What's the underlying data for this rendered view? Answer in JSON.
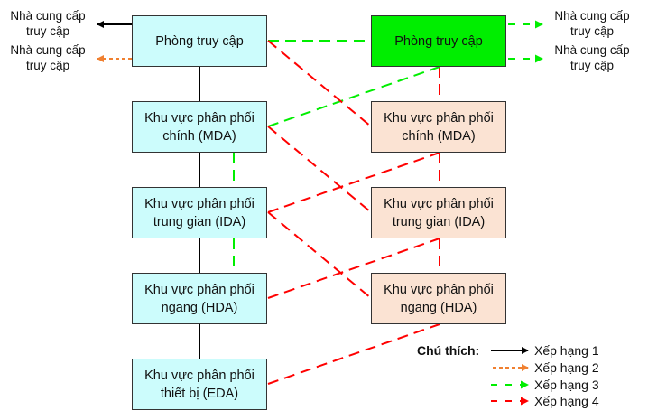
{
  "colors": {
    "rank1": "#000000",
    "rank2": "#f08030",
    "rank3": "#00ee00",
    "rank4": "#ff0000",
    "left_box_fill": "#ccfcfc",
    "right_box_fill": "#fbe3d3",
    "right_top_fill": "#00ee00"
  },
  "left": {
    "entrance": "Phòng truy cập",
    "mda": [
      "Khu vực phân phối",
      "chính (MDA)"
    ],
    "ida": [
      "Khu vực phân phối",
      "trung gian (IDA)"
    ],
    "hda": [
      "Khu vực phân phối",
      "ngang (HDA)"
    ],
    "eda": [
      "Khu vực phân phối",
      "thiết bị (EDA)"
    ],
    "provider1": [
      "Nhà cung cấp",
      "truy cập"
    ],
    "provider2": [
      "Nhà cung cấp",
      "truy cập"
    ]
  },
  "right": {
    "entrance": "Phòng truy cập",
    "mda": [
      "Khu vực phân phối",
      "chính (MDA)"
    ],
    "ida": [
      "Khu vực phân phối",
      "trung gian (IDA)"
    ],
    "hda": [
      "Khu vực phân phối",
      "ngang (HDA)"
    ],
    "provider1": [
      "Nhà cung cấp",
      "truy cập"
    ],
    "provider2": [
      "Nhà cung cấp",
      "truy cập"
    ]
  },
  "legend": {
    "title": "Chú thích:",
    "items": [
      "Xếp hạng 1",
      "Xếp hạng 2",
      "Xếp hạng 3",
      "Xếp hạng 4"
    ]
  }
}
